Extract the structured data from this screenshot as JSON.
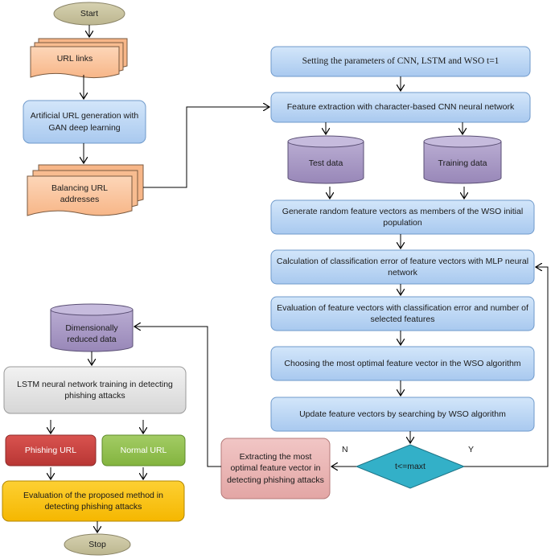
{
  "colors": {
    "blue_box": "#b7d3f2",
    "orange_doc": "#f9c29c",
    "purple_db": "#a797c3",
    "tan_terminal": "#c9c3a0",
    "gray_box": "#dedede",
    "red_box": "#c94240",
    "green_box": "#8fbe4f",
    "yellow_box": "#fbc20a",
    "pink_box": "#ebb7b6",
    "teal_diamond": "#33b0c8",
    "line": "#000000"
  },
  "terminals": {
    "start": "Start",
    "stop": "Stop"
  },
  "left_flow": {
    "url_links": "URL links",
    "gan": "Artificial URL generation with GAN deep learning",
    "balancing": "Balancing URL addresses"
  },
  "right_flow": {
    "params": "Setting the parameters of CNN, LSTM and WSO t=1",
    "feature_extraction": "Feature extraction with character-based CNN neural network",
    "test_data": "Test data",
    "training_data": "Training data",
    "generate": "Generate random feature vectors as members of the WSO initial population",
    "calc_error": "Calculation of classification error of feature vectors with MLP neural network",
    "evaluation": "Evaluation of feature vectors with classification error and number of selected features",
    "choosing": "Choosing the most optimal feature vector in the WSO algorithm",
    "update": "Update feature vectors by searching by WSO algorithm",
    "condition": "t<=maxt",
    "no_label": "N",
    "yes_label": "Y",
    "extracting": "Extracting the most optimal feature vector in detecting phishing attacks"
  },
  "bottom_flow": {
    "reduced_data": "Dimensionally reduced data",
    "lstm": "LSTM neural network training in detecting phishing attacks",
    "phishing_url": "Phishing URL",
    "normal_url": "Normal URL",
    "evaluation_method": "Evaluation of the proposed method in detecting phishing attacks"
  }
}
